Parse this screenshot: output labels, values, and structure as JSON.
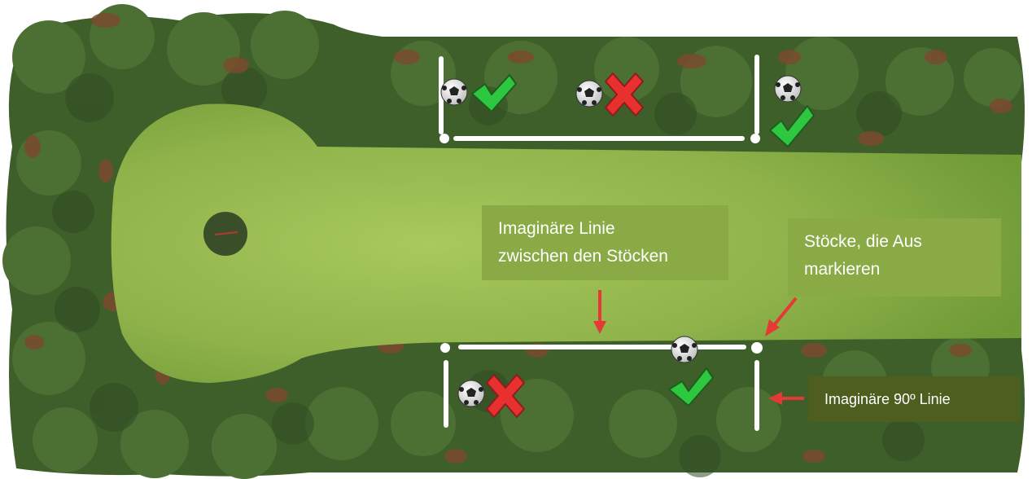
{
  "callouts": {
    "line_between_sticks": [
      "Imaginäre Linie",
      "zwischen den Stöcken"
    ],
    "out_sticks": [
      "Stöcke, die Aus",
      "markieren"
    ],
    "ninety_degree_line": "Imaginäre 90º Linie"
  },
  "colors": {
    "bush_dark": "#2f4a22",
    "bush_mid": "#46682f",
    "bush_light": "#5f8540",
    "dirt": "#7a4a2e",
    "fairway": "#8fb24a",
    "fairway_light": "#a7c95d",
    "line": "#ffffff",
    "arrow": "#e53935",
    "check": "#2ec840",
    "cross": "#e8302e",
    "callout_light": "#8aaa45",
    "callout_dark": "#4d5e1f"
  },
  "markers": [
    {
      "zone": "top-left",
      "ball": true,
      "result": "in"
    },
    {
      "zone": "top-middle",
      "ball": true,
      "result": "out"
    },
    {
      "zone": "top-right",
      "ball": true,
      "result": "in"
    },
    {
      "zone": "bottom-left",
      "ball": true,
      "result": "out"
    },
    {
      "zone": "bottom-middle",
      "ball": true,
      "result": "in"
    }
  ],
  "icons": [
    "soccer-ball-icon",
    "check-icon",
    "cross-icon",
    "arrow-icon",
    "hole-icon"
  ]
}
